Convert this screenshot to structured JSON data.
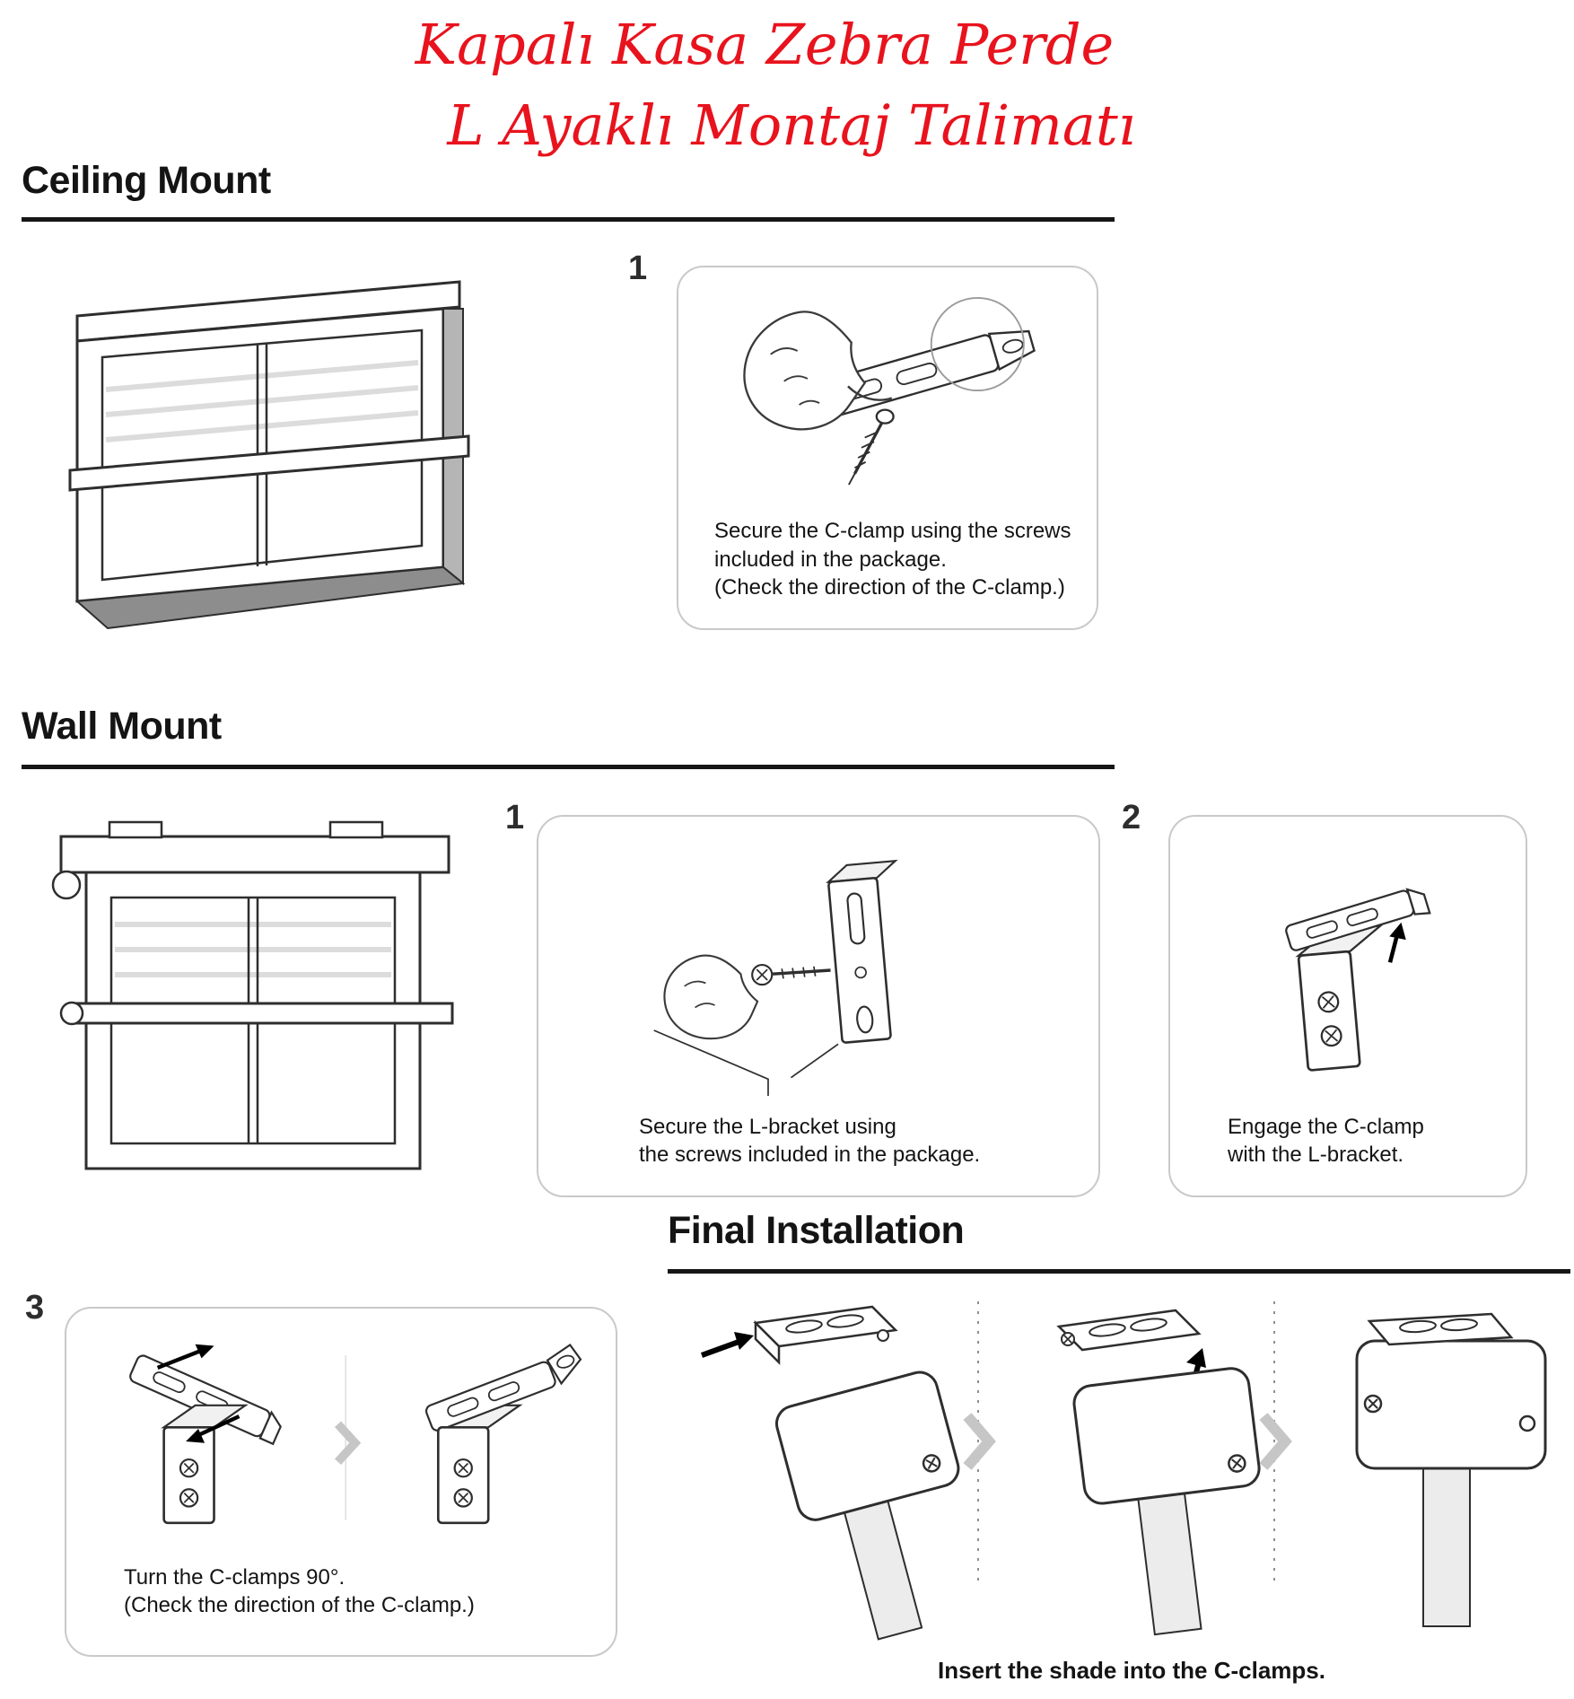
{
  "colors": {
    "title_red": "#e8131d"
  },
  "title": {
    "line1": "Kapalı Kasa Zebra Perde",
    "line2": "L Ayaklı Montaj Talimatı"
  },
  "sections": {
    "ceiling": {
      "heading": "Ceiling Mount",
      "step1": {
        "number": "1",
        "caption": [
          "Secure the C-clamp using the screws",
          "included in the package.",
          "(Check the direction of the C-clamp.)"
        ]
      }
    },
    "wall": {
      "heading": "Wall Mount",
      "step1": {
        "number": "1",
        "caption": [
          "Secure the L-bracket using",
          "the screws included in the package."
        ]
      },
      "step2": {
        "number": "2",
        "caption": [
          "Engage the C-clamp",
          "with the L-bracket."
        ]
      },
      "step3": {
        "number": "3",
        "caption": [
          "Turn the C-clamps 90°.",
          "(Check the direction of the C-clamp.)"
        ]
      }
    },
    "final": {
      "heading": "Final Installation",
      "caption": "Insert the shade into the C-clamps."
    }
  },
  "illustrations": {
    "ceiling_window": "window-with-ceiling-mounted-zebra-shade",
    "ceiling_step1": "hand-fastening-c-clamp-with-screw",
    "wall_window": "window-with-wall-mounted-zebra-shade",
    "wall_step1": "hand-driving-screw-into-l-bracket",
    "wall_step2": "c-clamp-engaging-l-bracket",
    "wall_step3": "c-clamp-rotated-90-degrees-on-l-bracket",
    "final_sequence": "shade-cassette-inserted-into-c-clamps"
  }
}
